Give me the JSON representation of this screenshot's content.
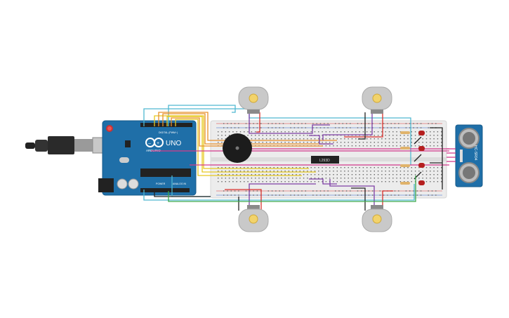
{
  "arduino": {
    "brand": "ARDUINO",
    "model": "UNO",
    "digital_label": "DIGITAL (PWM~)",
    "power_label": "POWER",
    "analog_label": "ANALOG IN"
  },
  "driver_chip": {
    "label": "L293D"
  },
  "sensor": {
    "label": "HC-SR04"
  },
  "colors": {
    "arduino_board": "#1f6fa8",
    "breadboard": "#ececec",
    "motor_body": "#c9c9c9",
    "motor_hub": "#f2d36b",
    "sensor_board": "#1f6fa8",
    "wire_cyan": "#4fb8d1",
    "wire_purple": "#7e3fa6",
    "wire_magenta": "#d33a8c",
    "wire_orange": "#e8902a",
    "wire_yellow": "#e6c81f",
    "wire_red": "#d9302c",
    "wire_green": "#3aa64a",
    "wire_black": "#222222",
    "led_red": "#b51f1f"
  },
  "icons": [
    "usb-cable-icon",
    "buzzer-icon",
    "motor-icon",
    "led-icon",
    "resistor-icon"
  ]
}
